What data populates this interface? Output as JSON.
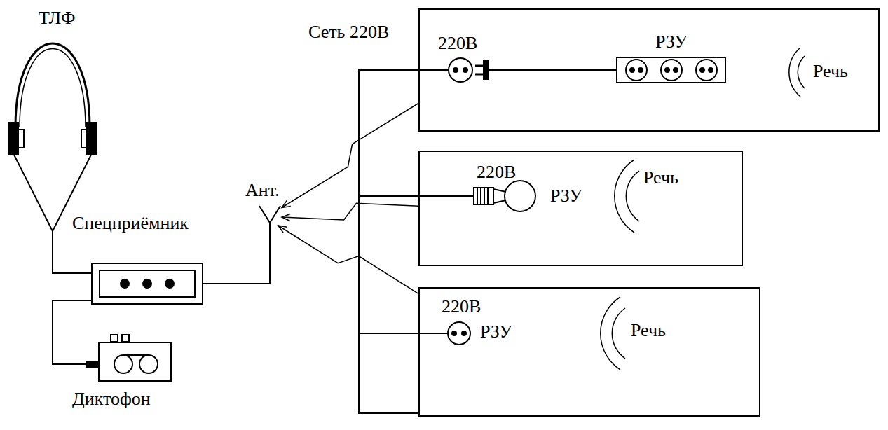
{
  "diagram": {
    "nodes": [
      {
        "text": [
          "ТЛФ"
        ]
      },
      {
        "text": [
          "Спецприёмник"
        ]
      },
      {
        "text": [
          "Диктофон"
        ]
      },
      {
        "text": [
          "Ант."
        ]
      },
      {
        "text": [
          "Сеть 220В",
          "220В",
          "РЗУ",
          "Речь"
        ]
      },
      {
        "text": [
          "220В",
          "РЗУ",
          "Речь"
        ]
      },
      {
        "text": [
          "220В",
          "РЗУ",
          "Речь"
        ]
      }
    ],
    "edges": [
      {
        "from": 0,
        "to": 1,
        "arrow": "none"
      },
      {
        "from": 1,
        "to": 2,
        "arrow": "none"
      },
      {
        "from": 1,
        "to": 3,
        "arrow": "none"
      },
      {
        "from": 4,
        "to": 3,
        "arrow": "to"
      },
      {
        "from": 5,
        "to": 3,
        "arrow": "to"
      },
      {
        "from": 6,
        "to": 3,
        "arrow": "to"
      }
    ]
  }
}
